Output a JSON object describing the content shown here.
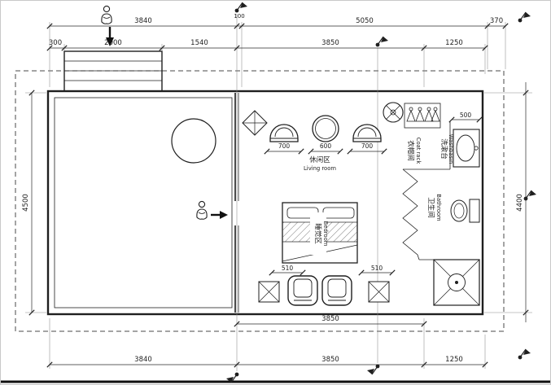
{
  "sheet": {
    "background": "#ffffff",
    "line_color": "#1f1f1f",
    "drawing": "residential floor plan"
  },
  "dimensions": {
    "top_row_1": [
      "3840",
      "100",
      "5050",
      "370"
    ],
    "top_row_2": [
      "300",
      "2000",
      "1540",
      "3850",
      "1250"
    ],
    "left_side": "4500",
    "right_side": "4400",
    "bottom_row_1": [
      "3850"
    ],
    "bottom_row_2": [
      "3840",
      "3850",
      "1250"
    ]
  },
  "furniture_dimensions": {
    "armchair_left": "700",
    "round_stool": "600",
    "armchair_right": "700",
    "washbasin": "500",
    "bedside_left": "510",
    "bedside_right": "510"
  },
  "rooms": {
    "living": {
      "zh": "休闲区",
      "en": "Living room"
    },
    "bedroom": {
      "zh": "睡觉区",
      "en": "Bedroom"
    },
    "bathroom": {
      "zh": "卫生间",
      "en": "Bathroom"
    },
    "washbasin": {
      "zh": "洗漱台",
      "en": "Washbasin"
    },
    "coat_rack": {
      "zh": "衣帽间",
      "en": "Coat rack"
    }
  }
}
